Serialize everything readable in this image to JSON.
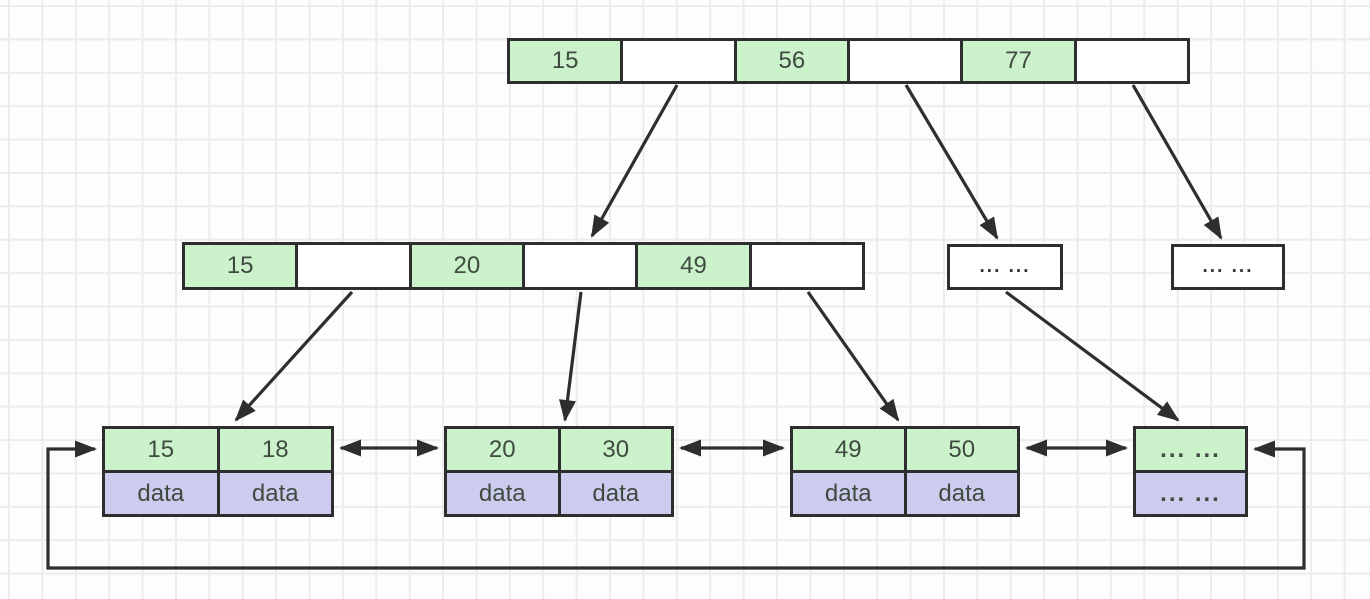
{
  "colors": {
    "background": "#fdfdfd",
    "grid_line": "#ececec",
    "border": "#2e2e2e",
    "arrow": "#2e2e2e",
    "key_cell": "#ccf2cc",
    "empty_cell": "#ffffff",
    "data_cell": "#ccccee",
    "text": "#3f4a40"
  },
  "tree": {
    "root_node": {
      "cells": [
        "15",
        "",
        "56",
        "",
        "77",
        ""
      ]
    },
    "internal_node": {
      "cells": [
        "15",
        "",
        "20",
        "",
        "49",
        ""
      ]
    },
    "overflow_internal_nodes": [
      {
        "label": "... ..."
      },
      {
        "label": "... ..."
      }
    ],
    "leaf_nodes": [
      {
        "keys": [
          "15",
          "18"
        ],
        "values": [
          "data",
          "data"
        ]
      },
      {
        "keys": [
          "20",
          "30"
        ],
        "values": [
          "data",
          "data"
        ]
      },
      {
        "keys": [
          "49",
          "50"
        ],
        "values": [
          "data",
          "data"
        ]
      },
      {
        "keys": [
          "... ..."
        ],
        "values": [
          "... ..."
        ]
      }
    ]
  }
}
